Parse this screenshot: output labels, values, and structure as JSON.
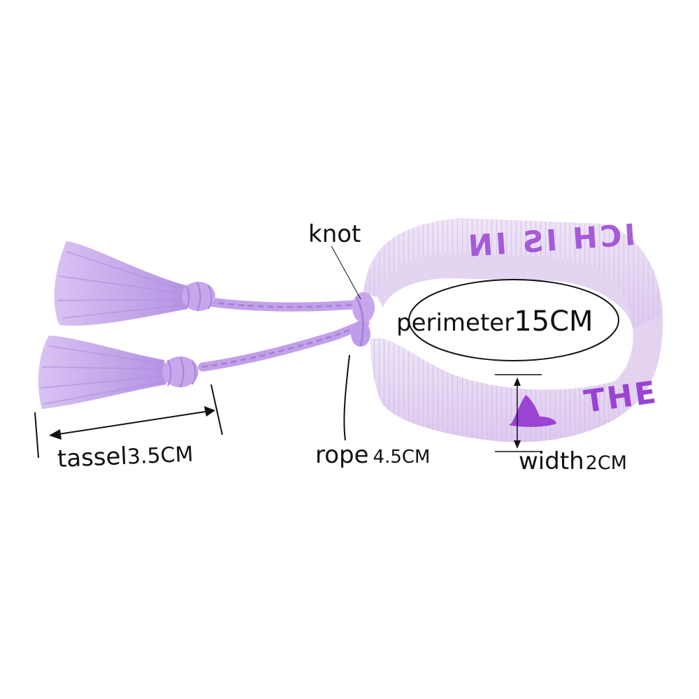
{
  "product": {
    "band_text_top": "ICH IS IN",
    "band_text_front": "THE",
    "colors": {
      "band": "#e9dcf3",
      "band_shadow": "#cdb6e6",
      "embroidery": "#9a44d3",
      "tassel": "#c7a6ec",
      "tassel_dark": "#a988d6",
      "rope": "#c2a0ea",
      "annotation": "#111111"
    }
  },
  "annotations": {
    "knot": {
      "label": "knot"
    },
    "perimeter": {
      "label": "perimeter",
      "value": "15CM"
    },
    "tassel": {
      "label": "tassel",
      "value": "3.5CM"
    },
    "rope": {
      "label": "rope",
      "value": "4.5CM"
    },
    "width": {
      "label": "width",
      "value": "2CM"
    }
  }
}
